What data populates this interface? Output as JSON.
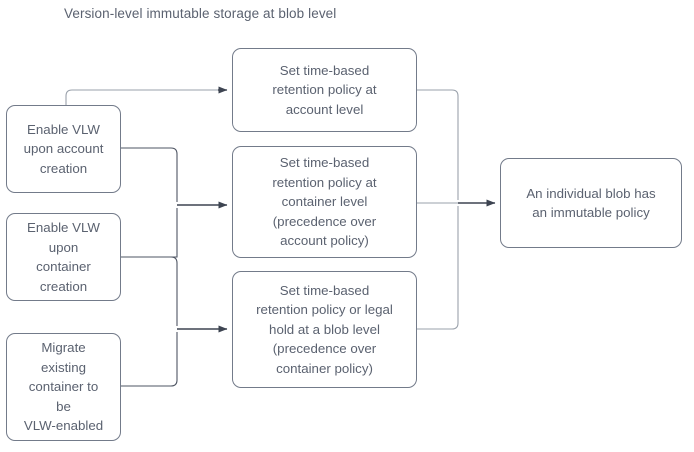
{
  "diagram": {
    "title": "Version-level immutable storage at blob level",
    "colors": {
      "node_border": "#737b8a",
      "node_fill": "#ffffff",
      "text": "#5b6270",
      "edge_line": "#9aa1ab",
      "edge_arrow": "#3d4451",
      "background": "#ffffff"
    },
    "nodes": {
      "enable_vlw_account": "Enable VLW\nupon account\ncreation",
      "enable_vlw_container": "Enable VLW\nupon\ncontainer\ncreation",
      "migrate_container": "Migrate\nexisting\ncontainer to\nbe\nVLW-enabled",
      "retention_account": "Set time-based\nretention policy at\naccount level",
      "retention_container": "Set time-based\nretention policy at\ncontainer level\n(precedence over\naccount policy)",
      "retention_blob": "Set time-based\nretention policy or legal\nhold at a blob level\n(precedence over\ncontainer policy)",
      "immutable_policy": "An individual blob has\nan immutable policy"
    },
    "edges": [
      {
        "name": "enable-vlw-account-to-retention-account",
        "from": "enable_vlw_account",
        "to": "retention_account"
      },
      {
        "name": "enable-vlw-account-to-retention-container",
        "from": "enable_vlw_account",
        "to": "retention_container"
      },
      {
        "name": "enable-vlw-container-to-retention-container",
        "from": "enable_vlw_container",
        "to": "retention_container"
      },
      {
        "name": "enable-vlw-container-to-retention-blob",
        "from": "enable_vlw_container",
        "to": "retention_blob"
      },
      {
        "name": "migrate-container-to-retention-blob",
        "from": "migrate_container",
        "to": "retention_blob"
      },
      {
        "name": "retention-account-to-immutable-policy",
        "from": "retention_account",
        "to": "immutable_policy"
      },
      {
        "name": "retention-container-to-immutable-policy",
        "from": "retention_container",
        "to": "immutable_policy"
      },
      {
        "name": "retention-blob-to-immutable-policy",
        "from": "retention_blob",
        "to": "immutable_policy"
      }
    ]
  }
}
